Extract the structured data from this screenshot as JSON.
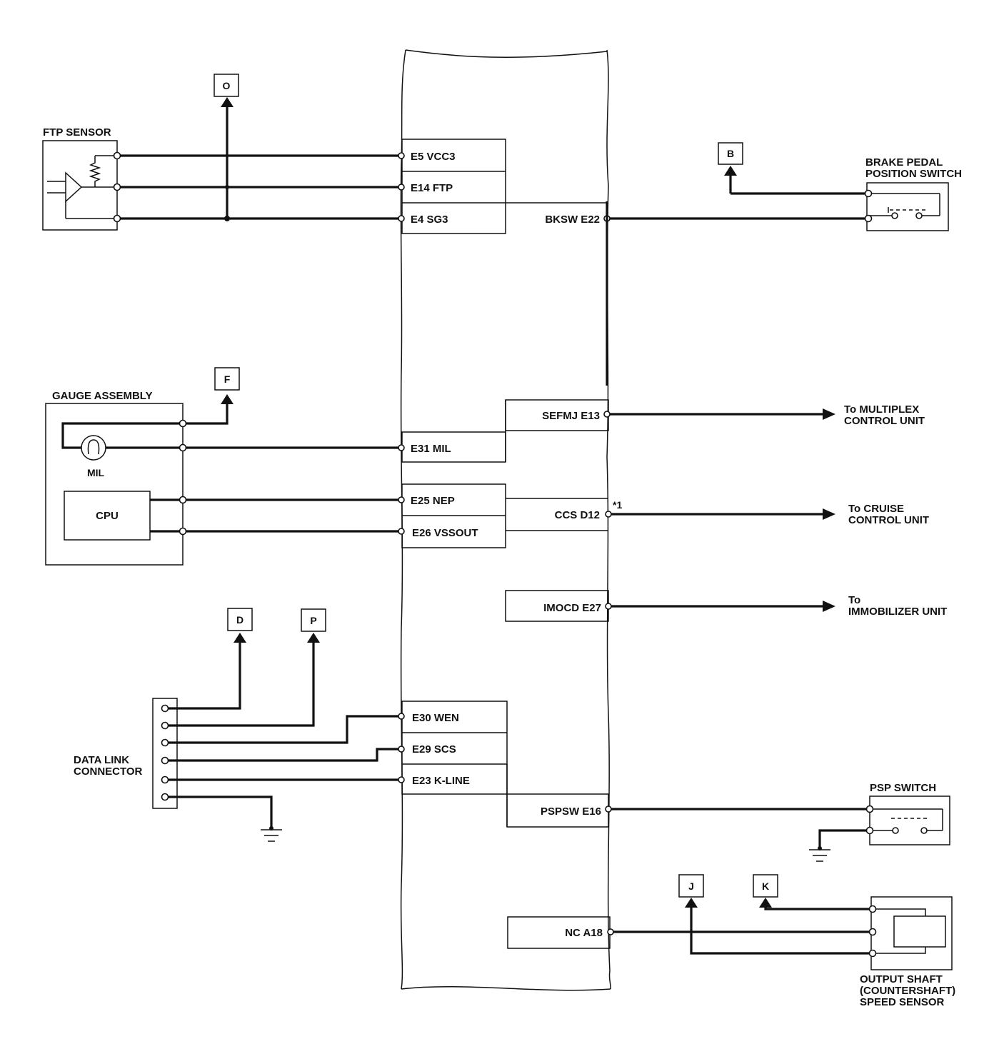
{
  "components": {
    "ftp_sensor": "FTP SENSOR",
    "gauge_assembly": "GAUGE ASSEMBLY",
    "mil": "MIL",
    "cpu": "CPU",
    "data_link_connector_line1": "DATA LINK",
    "data_link_connector_line2": "CONNECTOR",
    "brake_switch_line1": "BRAKE PEDAL",
    "brake_switch_line2": "POSITION SWITCH",
    "psp_switch": "PSP SWITCH",
    "output_sensor_line1": "OUTPUT SHAFT",
    "output_sensor_line2": "(COUNTERSHAFT)",
    "output_sensor_line3": "SPEED SENSOR"
  },
  "pins_left": {
    "e5": "E5 VCC3",
    "e14": "E14 FTP",
    "e4": "E4 SG3",
    "e31": "E31 MIL",
    "e25": "E25 NEP",
    "e26": "E26 VSSOUT",
    "e30": "E30 WEN",
    "e29": "E29 SCS",
    "e23": "E23 K-LINE"
  },
  "pins_right": {
    "e22": "BKSW E22",
    "e13": "SEFMJ E13",
    "d12": "CCS D12",
    "e27": "IMOCD E27",
    "e16": "PSPSW E16",
    "a18": "NC A18"
  },
  "note_mark": "*1",
  "destinations": {
    "multiplex_line1": "To MULTIPLEX",
    "multiplex_line2": "CONTROL UNIT",
    "cruise_line1": "To CRUISE",
    "cruise_line2": "CONTROL UNIT",
    "immobilizer_line1": "To",
    "immobilizer_line2": "IMMOBILIZER UNIT"
  },
  "connector_tags": {
    "o": "O",
    "b": "B",
    "f": "F",
    "d": "D",
    "p": "P",
    "j": "J",
    "k": "K"
  }
}
